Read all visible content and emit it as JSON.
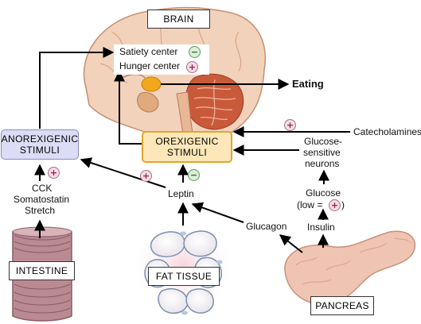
{
  "labels": {
    "brain": "BRAIN",
    "satiety_center": "Satiety center",
    "hunger_center": "Hunger center",
    "eating": "Eating",
    "anorexigenic_line1": "ANOREXIGENIC",
    "anorexigenic_line2": "STIMULI",
    "orexigenic_line1": "OREXIGENIC",
    "orexigenic_line2": "STIMULI",
    "catecholamines": "Catecholamines",
    "glucose_sensitive_line1": "Glucose-",
    "glucose_sensitive_line2": "sensitive",
    "glucose_sensitive_line3": "neurons",
    "glucose": "Glucose",
    "glucose_low_prefix": "(low =",
    "glucose_low_suffix": ")",
    "insulin": "Insulin",
    "glucagon": "Glucagon",
    "leptin": "Leptin",
    "cck": "CCK",
    "somatostatin": "Somatostatin",
    "stretch": "Stretch",
    "intestine": "INTESTINE",
    "fat_tissue": "FAT TISSUE",
    "pancreas": "PANCREAS"
  },
  "signs": {
    "plus": "+",
    "minus": "−"
  },
  "colors": {
    "anorexigenic_fill": "#dcdcf4",
    "anorexigenic_border": "#8b8bc4",
    "orexigenic_fill": "#fde7b8",
    "orexigenic_border": "#e0a62c",
    "brain_tissue": "#f3d2bc",
    "hypothalamus": "#f2a81d",
    "cerebellum": "#c85a3a",
    "intestine": "#b98a93",
    "pancreas": "#f0c4b3"
  }
}
